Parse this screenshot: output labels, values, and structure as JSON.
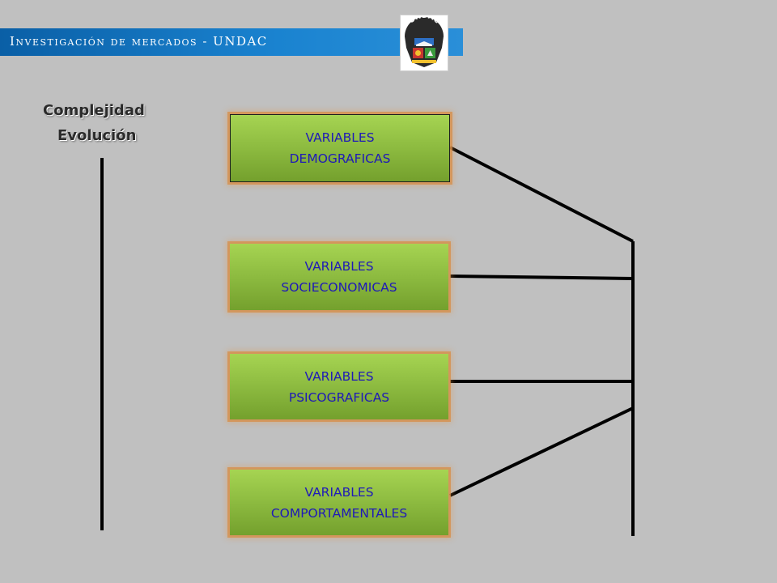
{
  "header": {
    "title": "Investigación de mercados - UNDAC",
    "logo_text": "UNDAC"
  },
  "side": {
    "label_1": "Complejidad",
    "label_2": "Evolución"
  },
  "boxes": [
    {
      "line1": "VARIABLES",
      "line2": "DEMOGRAFICAS"
    },
    {
      "line1": "VARIABLES",
      "line2": "SOCIECONOMICAS"
    },
    {
      "line1": "VARIABLES",
      "line2": "PSICOGRAFICAS"
    },
    {
      "line1": "VARIABLES",
      "line2": "COMPORTAMENTALES"
    }
  ],
  "colors": {
    "background": "#c0c0c0",
    "header_blue": "#1a83d0",
    "box_green": "#8ab83e",
    "box_text": "#1f1ab8",
    "box_glow": "#d68e48",
    "line": "#000000"
  }
}
